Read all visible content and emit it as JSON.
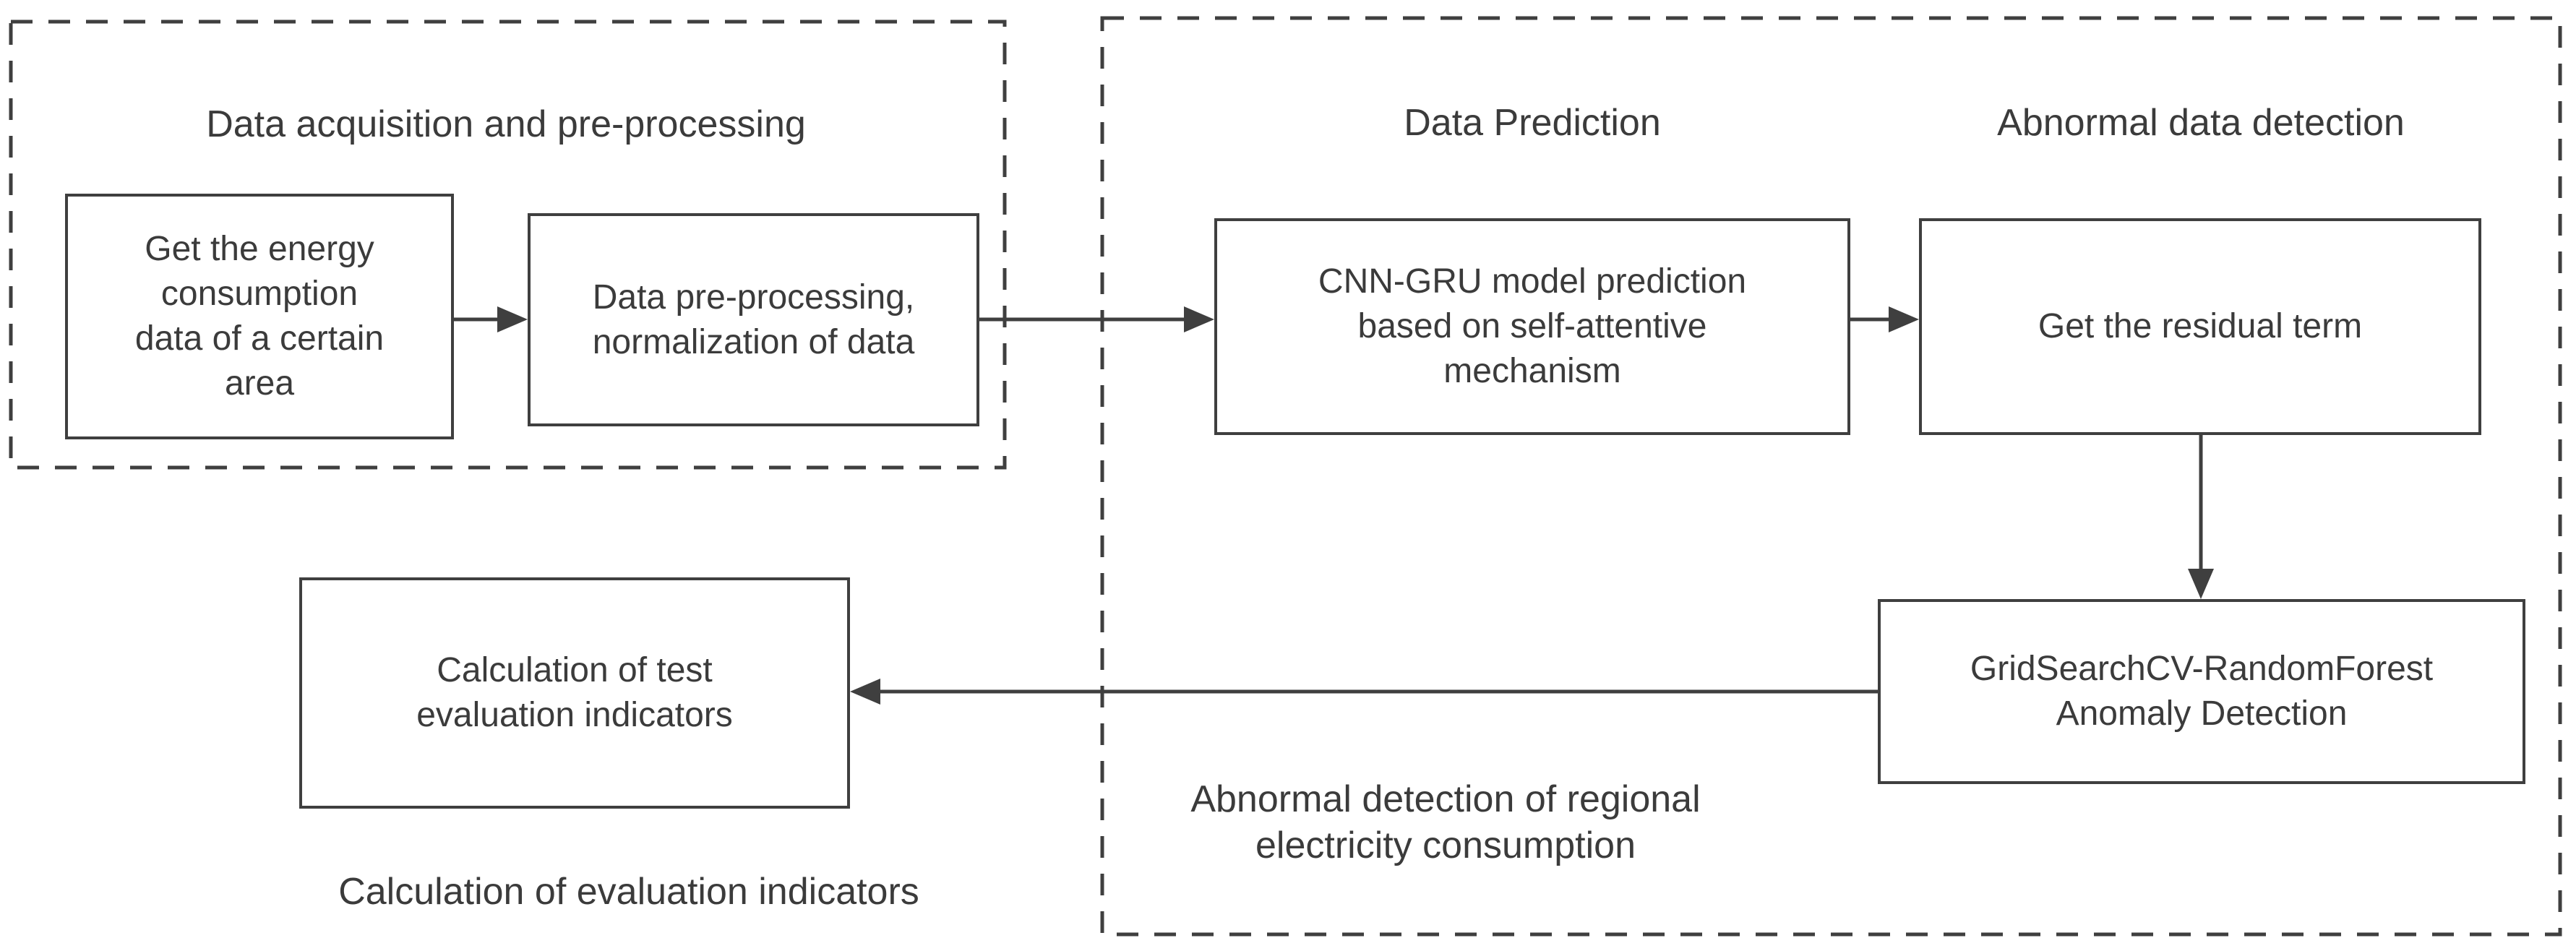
{
  "page": {
    "background_color": "#ffffff",
    "line_color": "#3f3f3f",
    "text_color": "#3b3b3b"
  },
  "groups": {
    "acquisition": {
      "title": "Data acquisition and pre-processing"
    },
    "detection": {
      "title_prediction": "Data Prediction",
      "title_abnormal": "Abnormal data detection",
      "caption_lines": [
        "Abnormal detection of regional",
        "electricity consumption"
      ]
    },
    "evaluation": {
      "caption": "Calculation of evaluation indicators"
    }
  },
  "boxes": {
    "get_energy": {
      "lines": [
        "Get the energy",
        "consumption",
        "data of a certain",
        "area"
      ]
    },
    "preprocess": {
      "lines": [
        "Data pre-processing,",
        "normalization of data"
      ]
    },
    "cnn_gru": {
      "lines": [
        "CNN-GRU model prediction",
        "based on self-attentive",
        "mechanism"
      ]
    },
    "residual": {
      "lines": [
        "Get the residual term"
      ]
    },
    "gridsearch": {
      "lines": [
        "GridSearchCV-RandomForest",
        "Anomaly Detection"
      ]
    },
    "calc_test": {
      "lines": [
        "Calculation of test",
        "evaluation indicators"
      ]
    }
  }
}
